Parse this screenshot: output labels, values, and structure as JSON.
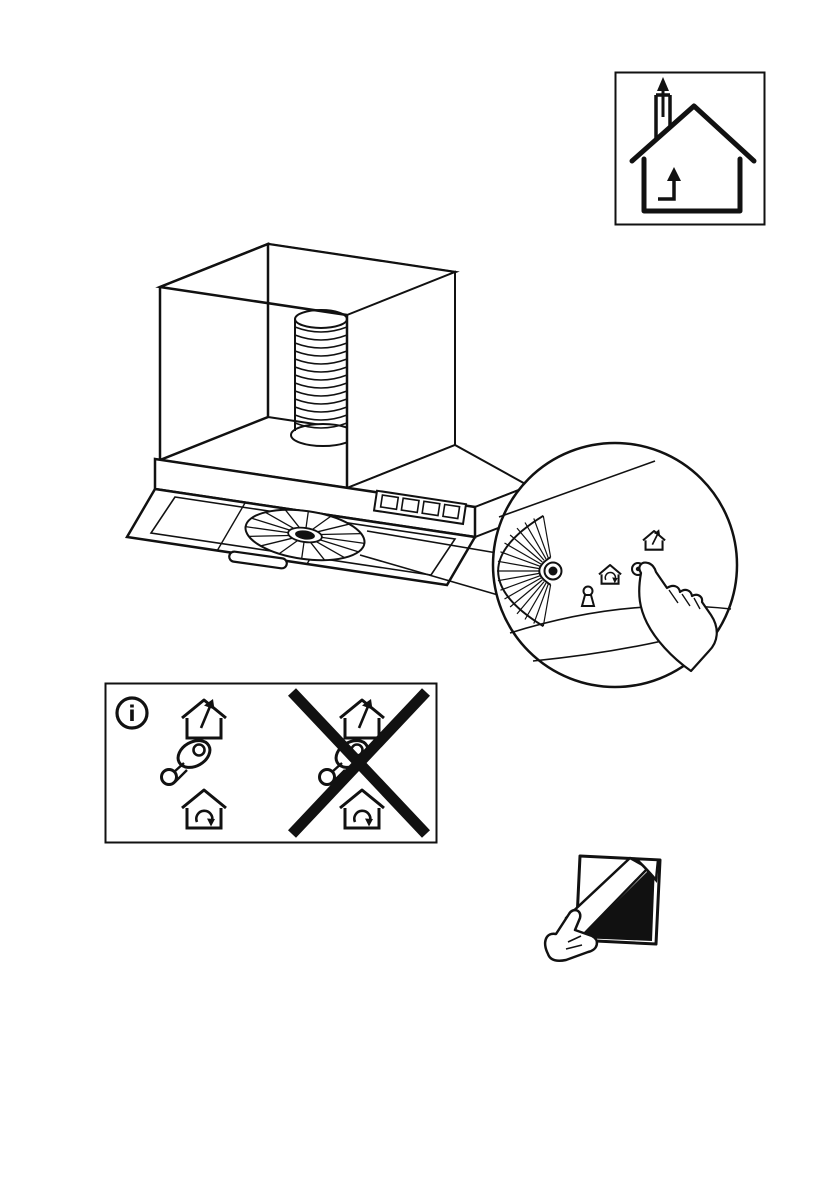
{
  "page": {
    "kind": "appliance-manual-illustration-page",
    "background_color": "#ffffff",
    "line_color": "#111111"
  },
  "figures": {
    "extraction_mode": {
      "icons": [
        "house-chimney-extraction-icon",
        "up-arrow-icon"
      ]
    },
    "installation": {
      "elements": [
        "wall-cabinet",
        "corrugated-duct",
        "extractor-hood",
        "fan-wheel",
        "control-buttons",
        "filter-handle",
        "detail-magnifier",
        "fan-wheel-closeup",
        "keyhole",
        "mode-knob",
        "recirculation-house-icon",
        "vent-house-icon",
        "pointing-hand-icon"
      ],
      "control_button_count": 4
    },
    "info": {
      "label": "i",
      "column_allowed_icons": [
        "vent-house-icon",
        "key-icon",
        "recirculation-house-icon"
      ],
      "column_prohibited_icons": [
        "vent-house-icon",
        "key-icon",
        "recirculation-house-icon"
      ],
      "prohibition": "crossed-out-X"
    },
    "peel_film": {
      "icons": [
        "peel-protective-film-icon",
        "hand-icon"
      ]
    }
  }
}
